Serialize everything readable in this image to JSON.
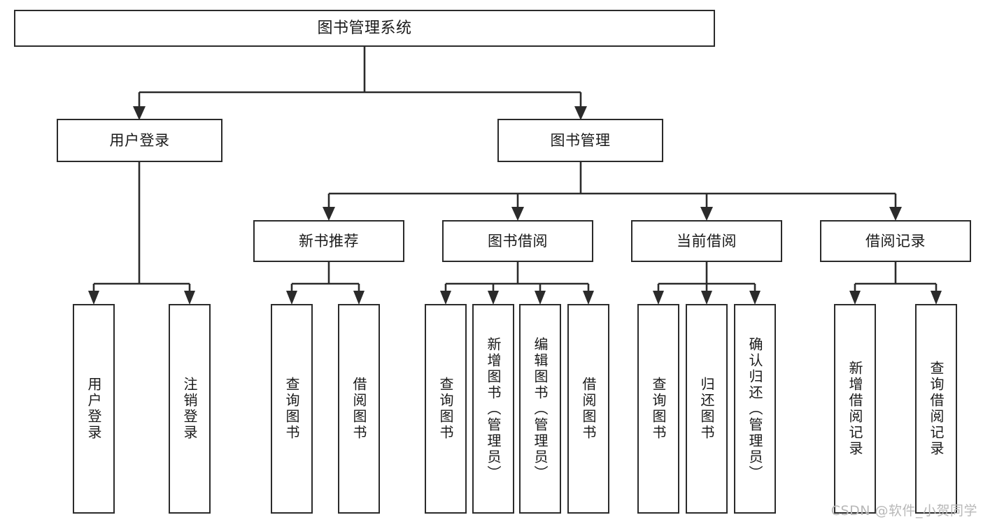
{
  "diagram": {
    "title": "图书管理系统",
    "type": "tree-hierarchy-chart",
    "watermark": "CSDN @软件_小贺同学",
    "colors": {
      "box_border": "#2b2b2b",
      "box_fill": "#ffffff",
      "connector": "#2b2b2b",
      "text": "#1a1a1a",
      "watermark": "#b8b8b8",
      "background": "#ffffff"
    },
    "root": {
      "label": "图书管理系统"
    },
    "level2": [
      {
        "label": "用户登录"
      },
      {
        "label": "图书管理"
      }
    ],
    "level3": [
      {
        "label": "新书推荐"
      },
      {
        "label": "图书借阅"
      },
      {
        "label": "当前借阅"
      },
      {
        "label": "借阅记录"
      }
    ],
    "leaves": {
      "user_login": [
        {
          "label": "用户登录"
        },
        {
          "label": "注销登录"
        }
      ],
      "new_book_recommend": [
        {
          "label": "查询图书"
        },
        {
          "label": "借阅图书"
        }
      ],
      "book_borrow": [
        {
          "label": "查询图书"
        },
        {
          "label": "新增图书（管理员）"
        },
        {
          "label": "编辑图书（管理员）"
        },
        {
          "label": "借阅图书"
        }
      ],
      "current_borrow": [
        {
          "label": "查询图书"
        },
        {
          "label": "归还图书"
        },
        {
          "label": "确认归还（管理员）"
        }
      ],
      "borrow_records": [
        {
          "label": "新增借阅记录"
        },
        {
          "label": "查询借阅记录"
        }
      ]
    }
  }
}
